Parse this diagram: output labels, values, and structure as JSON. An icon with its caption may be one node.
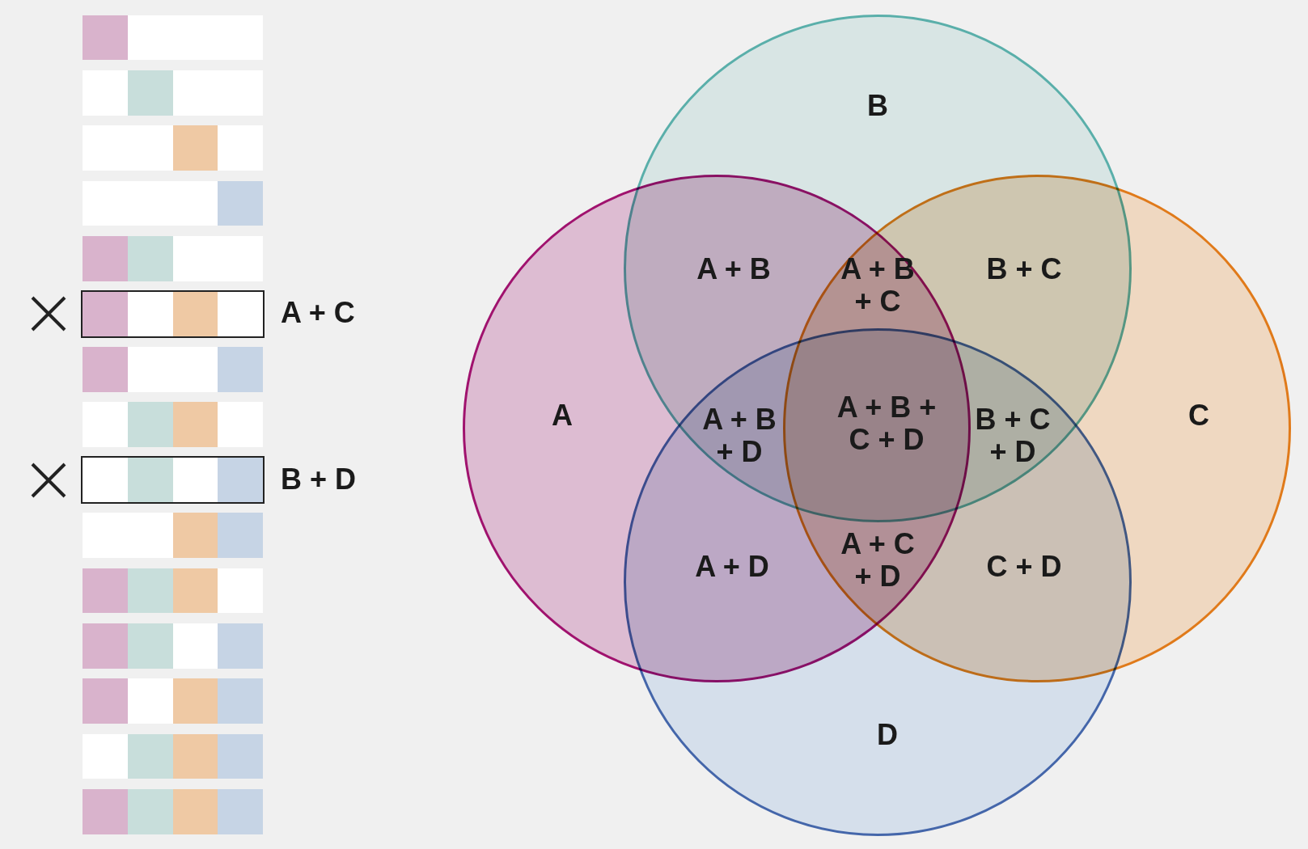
{
  "diagram": {
    "nodes": [
      {
        "text": [],
        "shape": "bar"
      },
      {
        "text": [],
        "shape": "bar"
      },
      {
        "text": [],
        "shape": "bar"
      },
      {
        "text": [],
        "shape": "bar"
      },
      {
        "text": [],
        "shape": "bar"
      },
      {
        "text": [],
        "shape": "bar",
        "beside": [
          "A + C"
        ]
      },
      {
        "text": [],
        "shape": "bar"
      },
      {
        "text": [],
        "shape": "bar"
      },
      {
        "text": [],
        "shape": "bar",
        "beside": [
          "B + D"
        ]
      },
      {
        "text": [],
        "shape": "bar"
      },
      {
        "text": [],
        "shape": "bar"
      },
      {
        "text": [],
        "shape": "bar"
      },
      {
        "text": [],
        "shape": "bar"
      },
      {
        "text": [],
        "shape": "bar"
      },
      {
        "text": [],
        "shape": "bar"
      },
      {
        "text": [
          "A"
        ]
      },
      {
        "text": [
          "B"
        ]
      },
      {
        "text": [
          "C"
        ]
      },
      {
        "text": [
          "D"
        ]
      }
    ],
    "labels": [
      "A + B",
      "A + B + C",
      "B + C",
      "A + B + D",
      "A + B + C + D",
      "B + C + D",
      "A + D",
      "A + C + D",
      "C + D"
    ]
  }
}
